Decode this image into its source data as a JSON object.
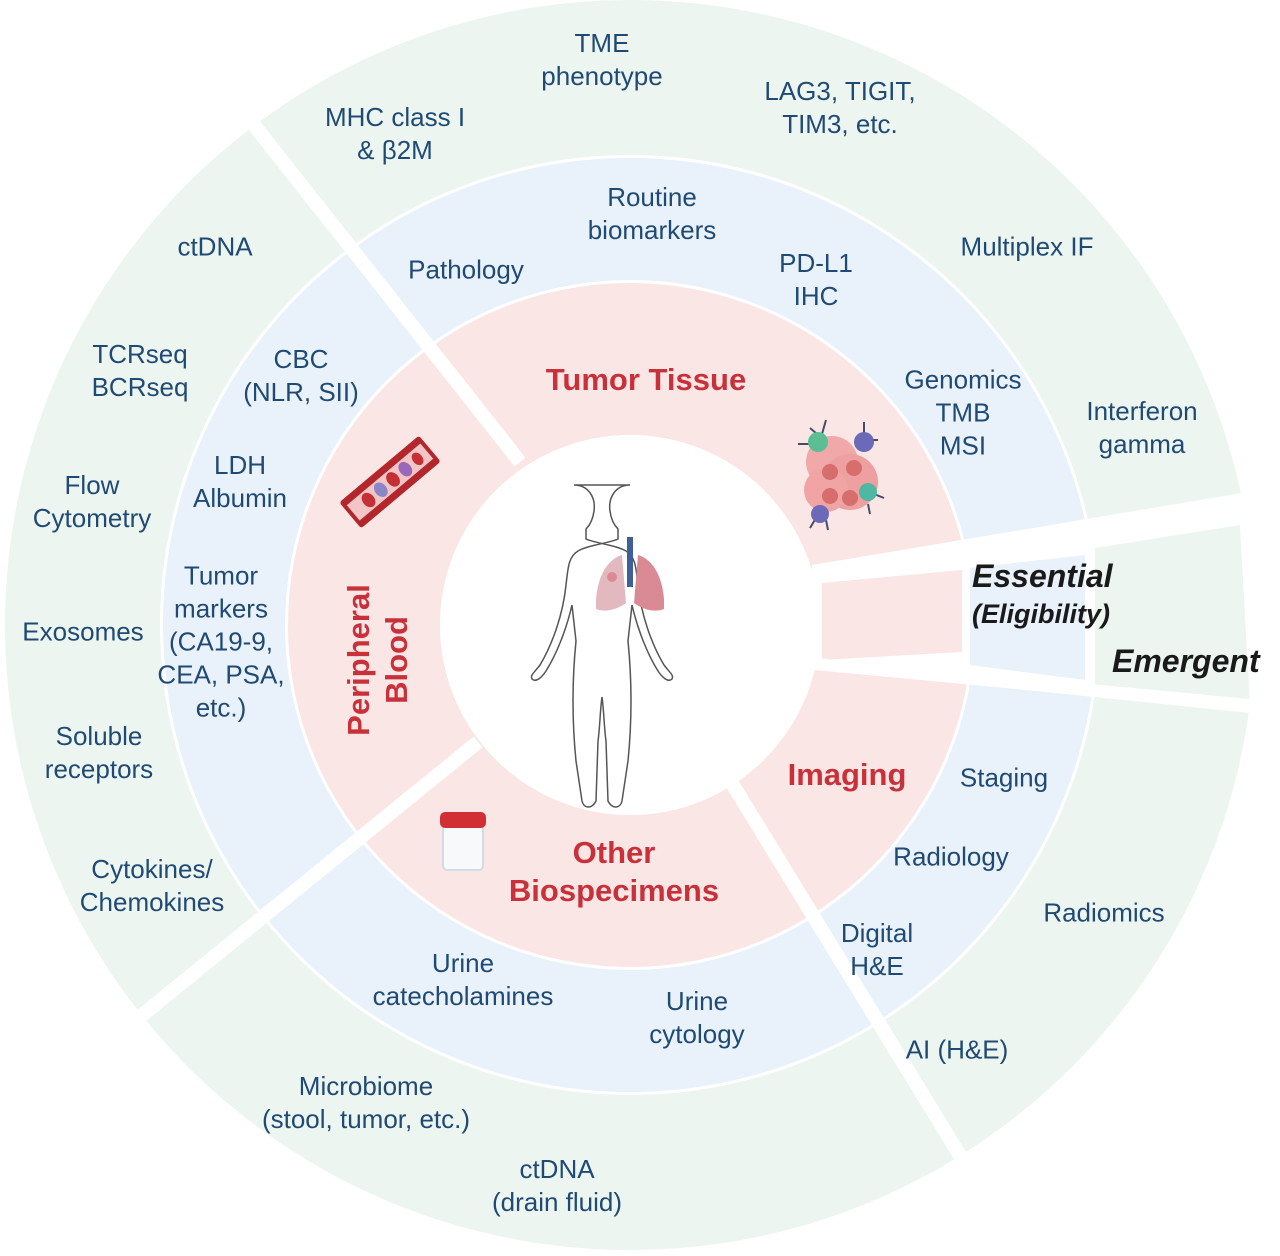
{
  "colors": {
    "core_ring": "#fbe6e6",
    "essential_ring": "#e9f1fb",
    "emergent_ring": "#edf5f1",
    "category_text": "#c8313a",
    "marker_text": "#1f4a73",
    "tier_text": "#1a1a1a"
  },
  "tiers": {
    "essential": "Essential",
    "essential_sub": "(Eligibility)",
    "emergent": "Emergent"
  },
  "categories": {
    "tumor_tissue": "Tumor Tissue",
    "peripheral_blood": "Peripheral\nBlood",
    "other_biospecimens": "Other\nBiospecimens",
    "imaging": "Imaging"
  },
  "essential": {
    "tumor_tissue": [
      "Pathology",
      "Routine\nbiomarkers",
      "PD-L1\nIHC",
      "Genomics\nTMB\nMSI"
    ],
    "peripheral_blood": [
      "CBC\n(NLR, SII)",
      "LDH\nAlbumin",
      "Tumor\nmarkers\n(CA19-9,\nCEA, PSA,\netc.)"
    ],
    "other_biospecimens": [
      "Urine\ncatecholamines",
      "Urine\ncytology"
    ],
    "imaging": [
      "Staging",
      "Radiology",
      "Digital\nH&E"
    ]
  },
  "emergent": {
    "tumor_tissue": [
      "MHC class I\n& β2M",
      "TME\nphenotype",
      "LAG3, TIGIT,\nTIM3, etc.",
      "Multiplex IF",
      "Interferon\ngamma"
    ],
    "peripheral_blood": [
      "ctDNA",
      "TCRseq\nBCRseq",
      "Flow\nCytometry",
      "Exosomes",
      "Soluble\nreceptors",
      "Cytokines/\nChemokines"
    ],
    "other_biospecimens": [
      "Microbiome\n(stool, tumor, etc.)",
      "ctDNA\n(drain fluid)"
    ],
    "imaging": [
      "Radiomics",
      "AI (H&E)"
    ]
  },
  "icons": {
    "center": "human-body-lungs-icon",
    "tumor_tissue": "tumor-cells-icon",
    "peripheral_blood": "blood-vessel-icon",
    "other_biospecimens": "specimen-container-icon"
  }
}
